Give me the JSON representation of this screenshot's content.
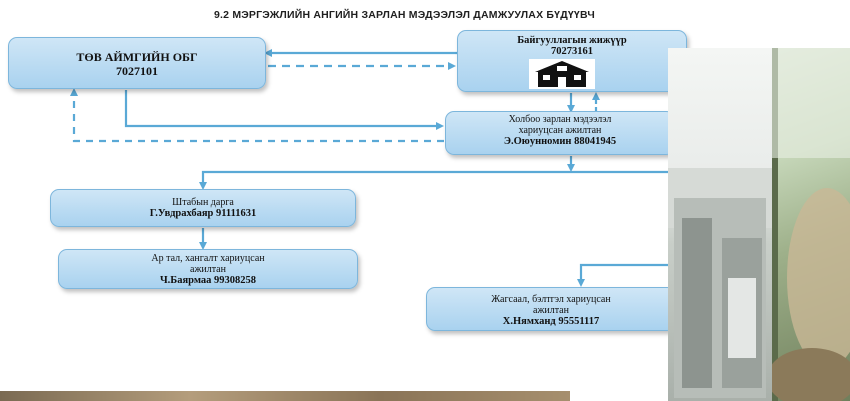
{
  "title": "9.2 МЭРГЭЖЛИЙН АНГИЙН ЗАРЛАН МЭДЭЭЛЭЛ ДАМЖУУЛАХ БҮДҮҮВЧ",
  "boxes": {
    "aimag": {
      "line1": "ТӨВ АЙМГИЙН ОБГ",
      "line2": "7027101"
    },
    "org": {
      "line1": "Байгууллагын жижүүр",
      "line2": "70273161"
    },
    "comm": {
      "line1": "Холбоо зарлан мэдээлэл",
      "line2": "хариуцсан ажилтан",
      "line3": "Э.Оюунномин 88041945"
    },
    "staff": {
      "line1": "Штабын дарга",
      "line2": "Г.Увдрахбаяр 91111631"
    },
    "rear": {
      "line1": "Ар тал, хангалт хариуцсан",
      "line2": "ажилтан",
      "line3": "Ч.Баярмаа 99308258"
    },
    "deploy": {
      "line1": "Жагсаал, бэлтгэл хариуцсан",
      "line2": "ажилтан",
      "line3": "Х.Нямханд 95551117"
    }
  },
  "colors": {
    "arrow": "#5aa9d6",
    "box_fill": "#bcdcf3",
    "box_border": "#7db6dc"
  },
  "icons": {
    "building": "building-icon"
  }
}
